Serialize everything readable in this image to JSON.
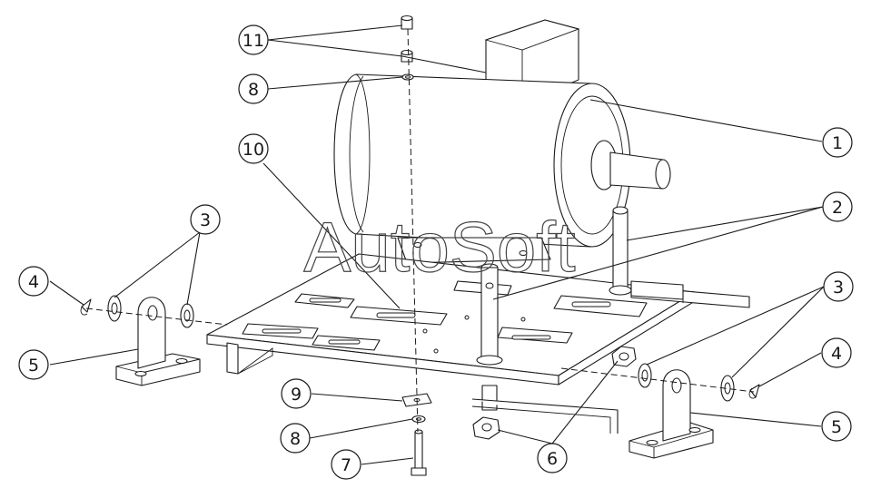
{
  "diagram": {
    "watermark": "AutoSoft",
    "callouts": [
      {
        "id": "c11",
        "label": "11"
      },
      {
        "id": "c8a",
        "label": "8"
      },
      {
        "id": "c10",
        "label": "10"
      },
      {
        "id": "c1",
        "label": "1"
      },
      {
        "id": "c2",
        "label": "2"
      },
      {
        "id": "c3a",
        "label": "3"
      },
      {
        "id": "c4a",
        "label": "4"
      },
      {
        "id": "c5a",
        "label": "5"
      },
      {
        "id": "c3b",
        "label": "3"
      },
      {
        "id": "c4b",
        "label": "4"
      },
      {
        "id": "c5b",
        "label": "5"
      },
      {
        "id": "c9",
        "label": "9"
      },
      {
        "id": "c8b",
        "label": "8"
      },
      {
        "id": "c7",
        "label": "7"
      },
      {
        "id": "c6",
        "label": "6"
      }
    ]
  }
}
